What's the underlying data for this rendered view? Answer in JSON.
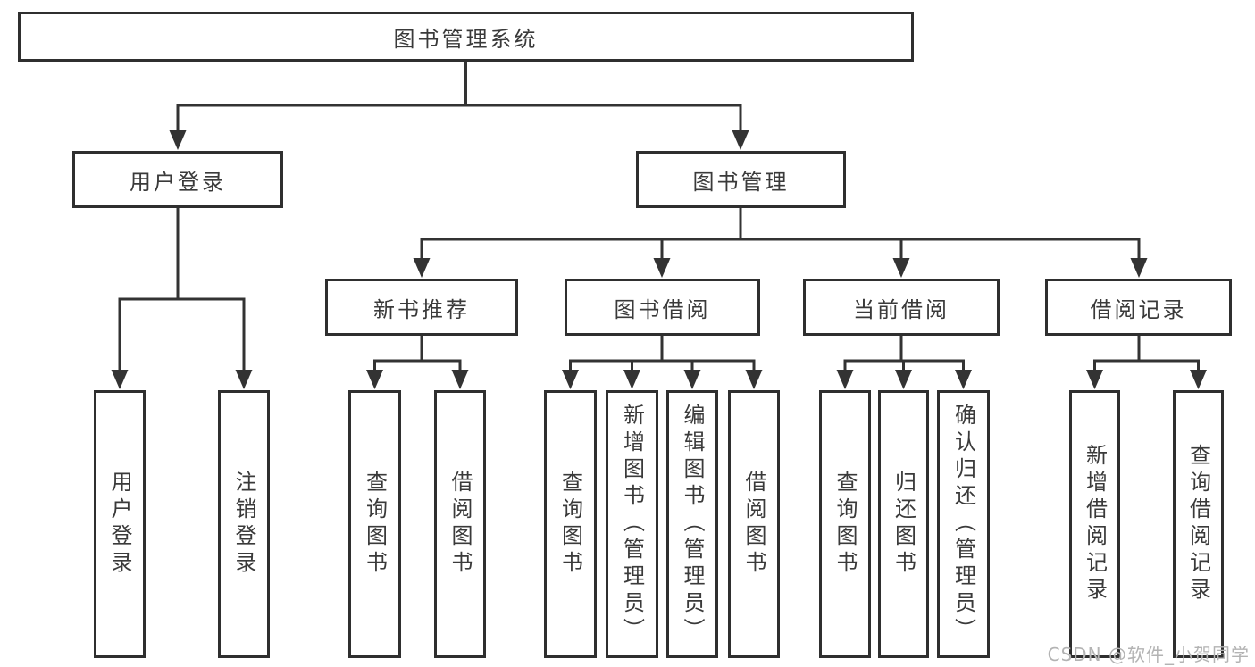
{
  "tree": {
    "root": {
      "label": "图书管理系统"
    },
    "branches": [
      {
        "label": "用户登录",
        "children": [
          "用户登录",
          "注销登录"
        ]
      },
      {
        "label": "图书管理",
        "groups": [
          {
            "label": "新书推荐",
            "children": [
              "查询图书",
              "借阅图书"
            ]
          },
          {
            "label": "图书借阅",
            "children": [
              "查询图书",
              "新增图书（管理员）",
              "编辑图书（管理员）",
              "借阅图书"
            ]
          },
          {
            "label": "当前借阅",
            "children": [
              "查询图书",
              "归还图书",
              "确认归还（管理员）"
            ]
          },
          {
            "label": "借阅记录",
            "children": [
              "新增借阅记录",
              "查询借阅记录"
            ]
          }
        ]
      }
    ]
  },
  "watermark": "CSDN @软件_小贺同学",
  "colors": {
    "line": "#333333",
    "box_border": "#2f2f2f",
    "text": "#3a3a3a",
    "watermark_text": "#b3b3b3",
    "background": "#ffffff"
  }
}
